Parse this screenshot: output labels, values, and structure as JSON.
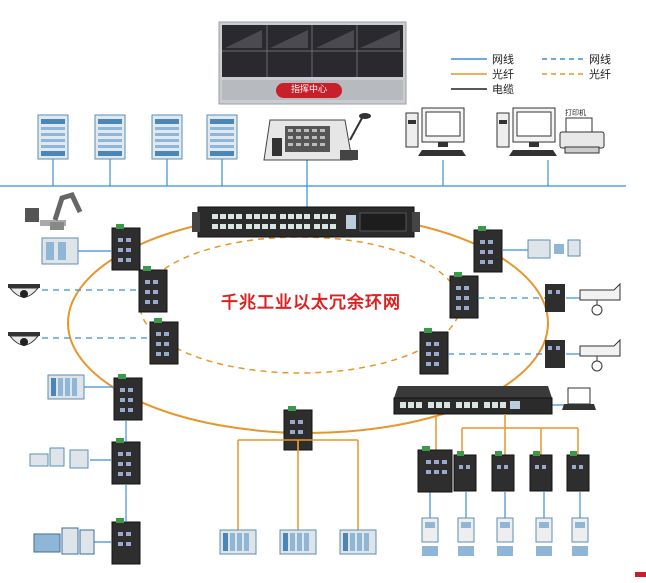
{
  "title": "千兆工业以太冗余环网",
  "command_center": "指挥中心",
  "legend": {
    "solid": [
      {
        "label": "网线",
        "color": "#3a8fd8",
        "style": "solid"
      },
      {
        "label": "光纤",
        "color": "#e8962a",
        "style": "solid"
      },
      {
        "label": "电缆",
        "color": "#222222",
        "style": "solid"
      }
    ],
    "dashed": [
      {
        "label": "网线",
        "color": "#3a8fd8",
        "style": "dashed"
      },
      {
        "label": "光纤",
        "color": "#e8962a",
        "style": "dashed"
      }
    ]
  },
  "printer_label": "打印机",
  "colors": {
    "ethernet": "#3a8fd8",
    "fiber": "#e8962a",
    "cable": "#222222",
    "title": "#e02020",
    "command_badge": "#c8202a",
    "switch_body": "#2b2b2b",
    "switch_port": "#d8e4e0"
  }
}
